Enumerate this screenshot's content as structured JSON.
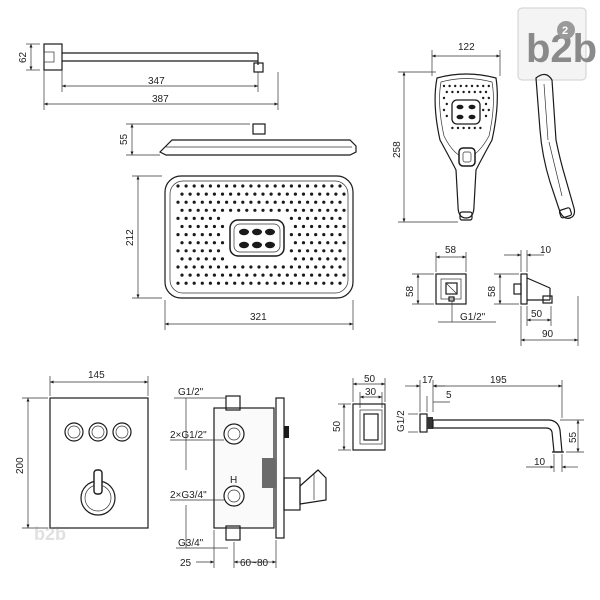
{
  "logo": {
    "text": "b2b",
    "badge": "2"
  },
  "dimensions": {
    "arm_height": "62",
    "arm_length": "347",
    "arm_total": "387",
    "head_thickness": "55",
    "head_depth": "212",
    "head_width": "321",
    "hand_width": "122",
    "hand_length": "258",
    "holder_front_w": "58",
    "holder_front_h": "58",
    "holder_thread": "G1/2\"",
    "holder_side_w": "10",
    "holder_side_h": "58",
    "holder_side_depth": "50",
    "holder_side_total": "90",
    "panel_width": "145",
    "panel_height": "200",
    "valve_top_thread": "G1/2\"",
    "valve_mid_thread": "2×G1/2\"",
    "valve_low_thread": "2×G3/4\"",
    "valve_bottom_thread": "G3/4\"",
    "valve_wall": "25",
    "valve_depth": "60~80",
    "spout_plate_w": "50",
    "spout_plate_inner": "30",
    "spout_plate_h": "50",
    "spout_thread": "G1/2",
    "spout_rose": "17",
    "spout_gap": "5",
    "spout_length": "195",
    "spout_height": "55",
    "spout_tip": "10"
  }
}
